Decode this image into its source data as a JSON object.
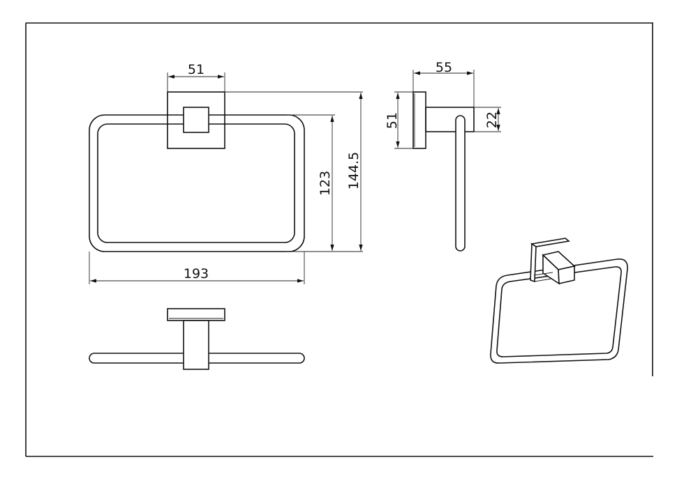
{
  "drawing": {
    "front_view": {
      "width_label": "193",
      "height_label": "123",
      "total_height_label": "144.5",
      "plate_width_label": "51"
    },
    "side_view": {
      "depth_label": "55",
      "plate_height_label": "51",
      "arm_height_label": "22"
    }
  }
}
